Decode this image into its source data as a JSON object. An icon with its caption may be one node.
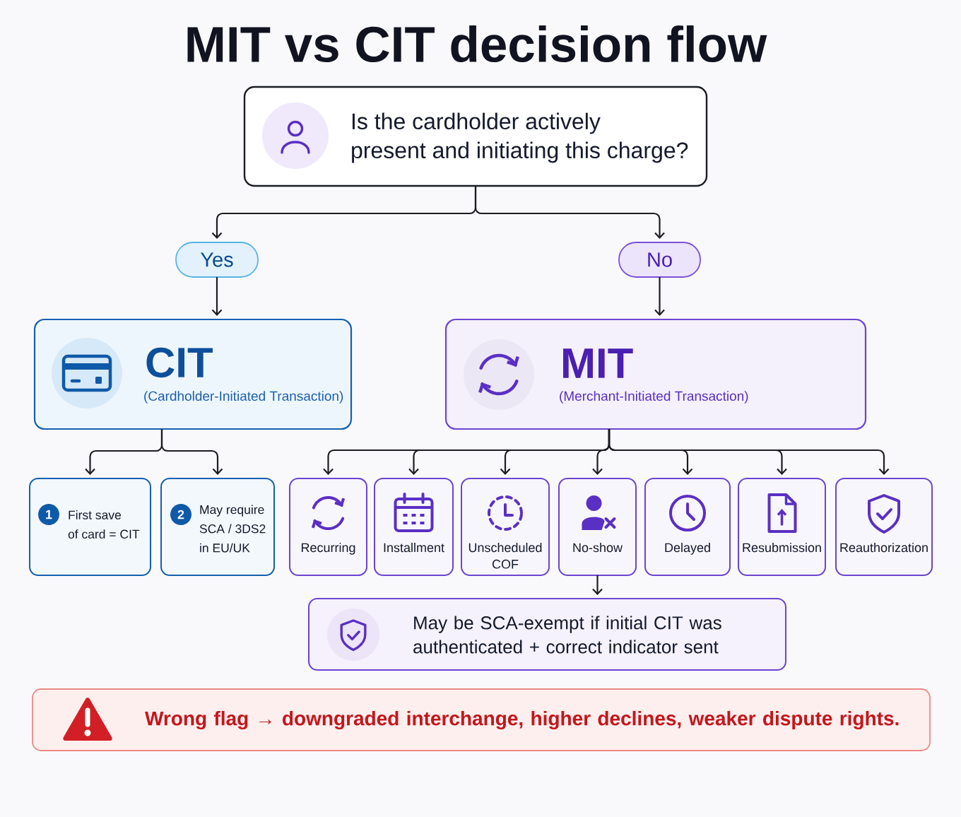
{
  "diagram": {
    "title": "MIT vs CIT decision flow",
    "nodes": [
      {
        "text": [
          "Is the cardholder actively present and initiating this charge?"
        ]
      },
      {
        "text": [
          "Yes"
        ]
      },
      {
        "text": [
          "No"
        ]
      },
      {
        "text": [
          "CIT",
          "(Cardholder-Initiated Transaction)"
        ]
      },
      {
        "text": [
          "MIT",
          "(Merchant-Initiated Transaction)"
        ]
      },
      {
        "text": [
          "1",
          "First save of card = CIT"
        ]
      },
      {
        "text": [
          "2",
          "May require SCA / 3DS2 in EU/UK"
        ]
      },
      {
        "text": [
          "Recurring"
        ]
      },
      {
        "text": [
          "Installment"
        ]
      },
      {
        "text": [
          "Unscheduled COF"
        ]
      },
      {
        "text": [
          "No-show"
        ]
      },
      {
        "text": [
          "Delayed"
        ]
      },
      {
        "text": [
          "Resubmission"
        ]
      },
      {
        "text": [
          "Reauthorization"
        ]
      },
      {
        "text": [
          "May be SCA-exempt if initial CIT was authenticated + correct indicator sent"
        ]
      },
      {
        "text": [
          "Wrong flag → downgraded interchange, higher declines, weaker dispute rights."
        ]
      }
    ],
    "edges": [
      {
        "from": 0,
        "to": 1,
        "arrow": "to"
      },
      {
        "from": 0,
        "to": 2,
        "arrow": "to"
      },
      {
        "from": 1,
        "to": 3,
        "arrow": "to"
      },
      {
        "from": 2,
        "to": 4,
        "arrow": "to"
      },
      {
        "from": 3,
        "to": 5,
        "arrow": "to"
      },
      {
        "from": 3,
        "to": 6,
        "arrow": "to"
      },
      {
        "from": 4,
        "to": 7,
        "arrow": "to"
      },
      {
        "from": 4,
        "to": 8,
        "arrow": "to"
      },
      {
        "from": 4,
        "to": 9,
        "arrow": "to"
      },
      {
        "from": 4,
        "to": 10,
        "arrow": "to"
      },
      {
        "from": 4,
        "to": 11,
        "arrow": "to"
      },
      {
        "from": 4,
        "to": 12,
        "arrow": "to"
      },
      {
        "from": 4,
        "to": 13,
        "arrow": "to"
      },
      {
        "from": 10,
        "to": 14,
        "arrow": "to"
      }
    ]
  }
}
